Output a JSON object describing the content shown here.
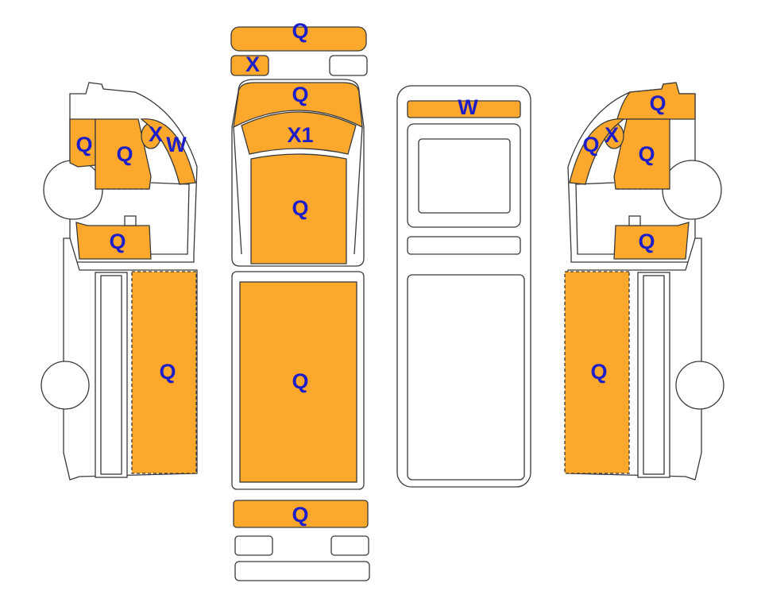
{
  "colors": {
    "panel_fill": "#FBA82C",
    "label_text": "#1E1EC8",
    "outline": "#3A3A3A",
    "background": "#FFFFFF"
  },
  "labels": {
    "top_bumper": "Q",
    "top_left_lamp": "X",
    "hood": "Q",
    "windshield": "X1",
    "roof": "Q",
    "cargo_roof": "Q",
    "rear_bumper": "Q",
    "rear_window": "W",
    "left_door_front": "Q",
    "left_door_rear": "Q",
    "left_mirror": "X",
    "left_side_window": "W",
    "left_lower_panel": "Q",
    "left_cargo_side": "Q",
    "right_door_front": "Q",
    "right_door_rear": "Q",
    "right_mirror": "X",
    "right_side_window": "Q",
    "right_lower_panel": "Q",
    "right_cargo_side": "Q"
  }
}
